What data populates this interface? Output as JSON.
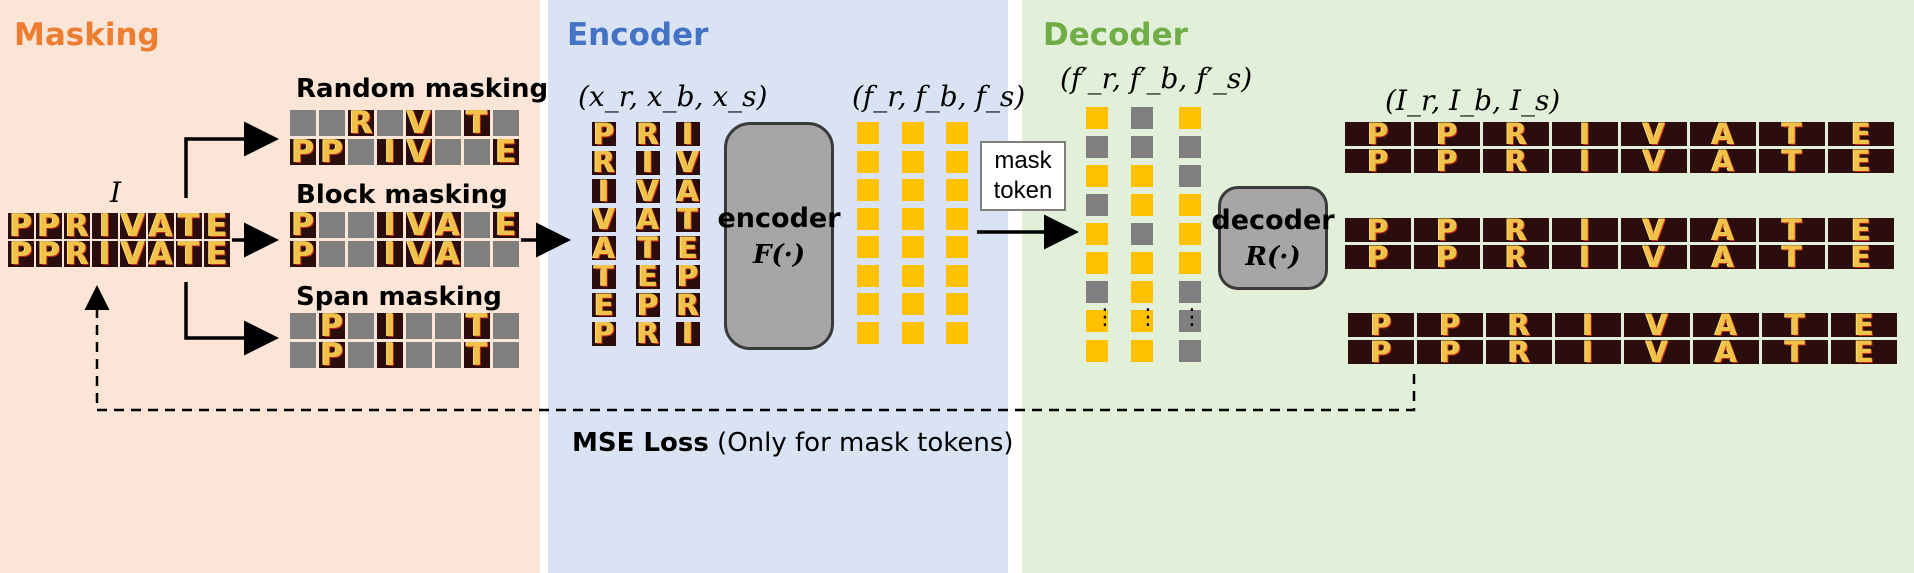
{
  "panels": {
    "masking": {
      "title": "Masking",
      "bg": "#fbe5d6",
      "title_color": "#ed7d31"
    },
    "encoder": {
      "title": "Encoder",
      "bg": "#dae3f3",
      "title_color": "#4472c4"
    },
    "decoder": {
      "title": "Decoder",
      "bg": "#e2f0d9",
      "title_color": "#70ad47"
    }
  },
  "input_label": "I",
  "word": "PRIVATE",
  "strategies": {
    "random": "Random masking",
    "block": "Block masking",
    "span": "Span masking"
  },
  "masks": {
    "random": [
      [
        1,
        1,
        0,
        1,
        0,
        1,
        0,
        1
      ],
      [
        0,
        0,
        1,
        0,
        0,
        1,
        1,
        0
      ]
    ],
    "block": [
      [
        0,
        1,
        1,
        0,
        0,
        0,
        1,
        0
      ],
      [
        0,
        1,
        1,
        0,
        0,
        0,
        1,
        1
      ]
    ],
    "span": [
      [
        1,
        0,
        1,
        0,
        1,
        1,
        0,
        1
      ],
      [
        1,
        0,
        1,
        0,
        1,
        1,
        0,
        1
      ]
    ]
  },
  "encoder": {
    "input_label": "(x_r, x_b, x_s)",
    "output_label": "(f_r, f_b, f_s)",
    "module_name": "encoder",
    "module_fn": "F(·)"
  },
  "mask_token": {
    "line1": "mask",
    "line2": "token"
  },
  "decoder": {
    "input_label": "(f′_r, f′_b, f′_s)",
    "output_label": "(I_r, I_b, I_s)",
    "module_name": "decoder",
    "module_fn": "R(·)",
    "columns": [
      [
        "yellow",
        "gray",
        "yellow",
        "gray",
        "yellow",
        "yellow",
        "gray",
        "yellow",
        "yellow"
      ],
      [
        "gray",
        "gray",
        "yellow",
        "yellow",
        "gray",
        "yellow",
        "yellow",
        "yellow",
        "yellow"
      ],
      [
        "yellow",
        "gray",
        "gray",
        "yellow",
        "yellow",
        "yellow",
        "gray",
        "gray",
        "gray"
      ]
    ]
  },
  "loss": {
    "bold": "MSE Loss",
    "note": " (Only for mask tokens)"
  },
  "colors": {
    "token_gray": "#7f7f7f",
    "token_yellow": "#ffc000",
    "tile_bg": "#2a0d0c",
    "tile_fg": "#f1c24a"
  }
}
